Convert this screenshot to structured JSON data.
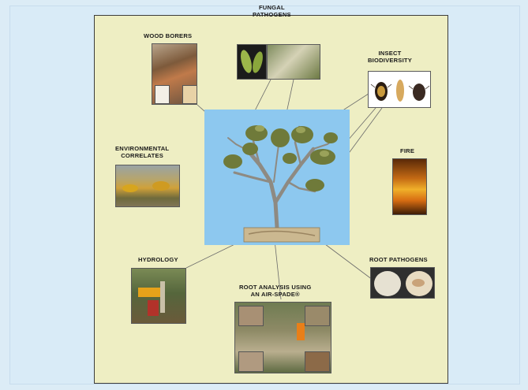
{
  "labels": {
    "wood_borers": "WOOD BORERS",
    "fungal_line1": "FUNGAL",
    "fungal_line2": "PATHOGENS",
    "insect_line1": "INSECT",
    "insect_line2": "BIODIVERSITY",
    "env_line1": "ENVIRONMENTAL",
    "env_line2": "CORRELATES",
    "fire": "FIRE",
    "hydrology": "HYDROLOGY",
    "root_pathogens": "ROOT PATHOGENS",
    "root_line1": "ROOT ANALYSIS USING",
    "root_line2": "AN AIR-SPADE®"
  },
  "colors": {
    "page_background": "#dcecf6",
    "panel_fill": "#eeeec3",
    "sky_fill": "#8dc8ef",
    "connector": "#6a6a6a"
  }
}
